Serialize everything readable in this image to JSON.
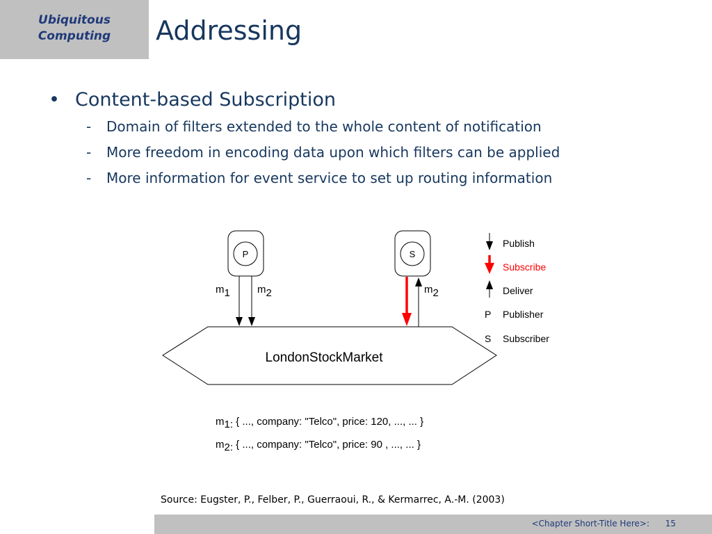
{
  "header": {
    "course_line1": "Ubiquitous",
    "course_line2": "Computing",
    "title": "Addressing"
  },
  "bullets": {
    "main": "Content-based Subscription",
    "subs": [
      "Domain of filters extended to the whole content of notification",
      "More freedom in encoding data upon which filters can be applied",
      "More information for event service to set up routing information"
    ]
  },
  "diagram": {
    "publisher_symbol": "P",
    "subscriber_symbol": "S",
    "broker_label": "LondonStockMarket",
    "m_letter": "m",
    "m1_sub": "1",
    "m2_sub": "2",
    "legend": {
      "publish": "Publish",
      "subscribe": "Subscribe",
      "deliver": "Deliver",
      "p_symbol": "P",
      "p_label": "Publisher",
      "s_symbol": "S",
      "s_label": "Subscriber"
    },
    "msg1_sub": "1:",
    "msg1_text": " { ..., company: \"Telco\", price: 120, ..., ... }",
    "msg2_sub": "2:",
    "msg2_text": " { ..., company: \"Telco\", price: 90  , ..., ... }",
    "subscribe_color": "#ff0000"
  },
  "source": "Source: Eugster, P., Felber, P., Guerraoui, R., & Kermarrec, A.-M. (2003)",
  "footer": {
    "chapter": "<Chapter Short-Title Here>:",
    "page": "15"
  }
}
